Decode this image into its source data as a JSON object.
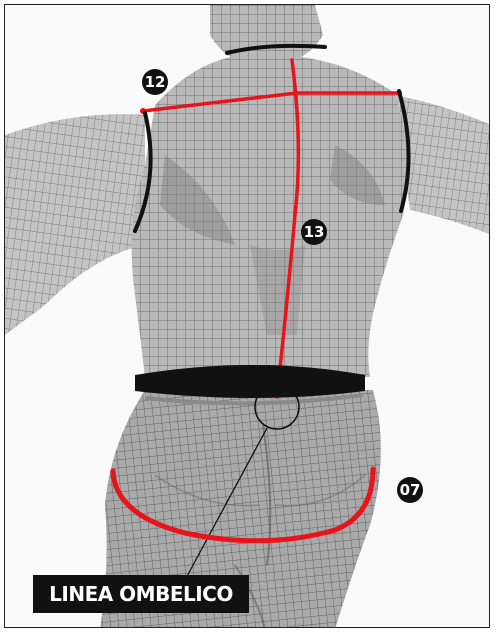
{
  "badges": {
    "chest_width": "12",
    "back_length": "13",
    "hip_circumference": "07"
  },
  "label": {
    "navel_line": "LINEA OMBELICO"
  },
  "colors": {
    "measure_red": "#e8141b",
    "measure_black": "#111111",
    "mesh_gray": "#9a9a9a"
  }
}
